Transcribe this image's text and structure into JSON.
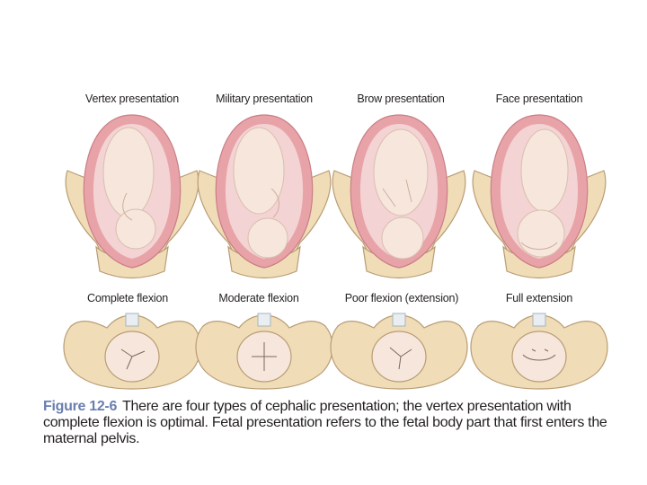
{
  "figure": {
    "panels": [
      {
        "id": "vertex",
        "presentation": "Vertex presentation",
        "flexion": "Complete flexion"
      },
      {
        "id": "military",
        "presentation": "Military presentation",
        "flexion": "Moderate flexion"
      },
      {
        "id": "brow",
        "presentation": "Brow presentation",
        "flexion": "Poor flexion (extension)"
      },
      {
        "id": "face",
        "presentation": "Face presentation",
        "flexion": "Full extension"
      }
    ],
    "caption_number": "Figure 12-6",
    "caption_text": "There are four types of cephalic presentation; the vertex presentation with complete flexion is optimal. Fetal presentation refers to the fetal body part that first enters the maternal pelvis."
  },
  "colors": {
    "uterus": "#e8a3a8",
    "uterus_inner": "#f3d3d3",
    "fetus": "#f6e6dc",
    "pelvis_bone": "#f0ddb8",
    "pelvis_outline": "#b89d74",
    "caption_number": "#6a7fb0",
    "text": "#231f20"
  }
}
